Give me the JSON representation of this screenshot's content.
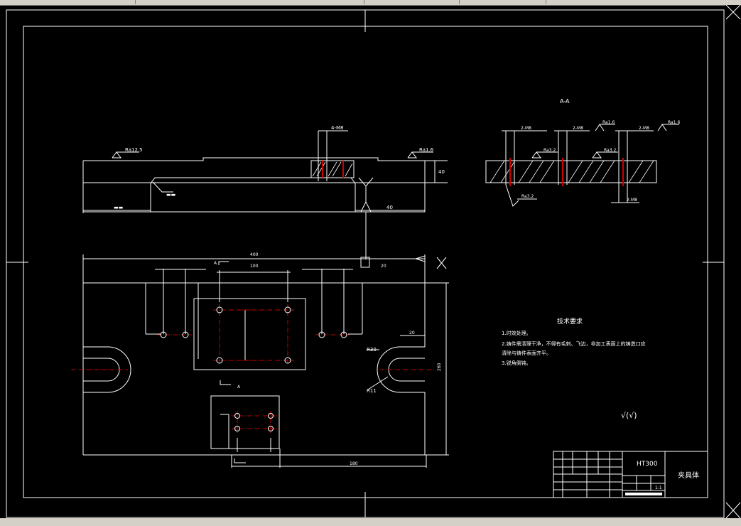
{
  "views": {
    "section_label": "A-A",
    "front": {
      "roughness_left": "Ra12.5",
      "roughness_right": "Ra1.6",
      "dim_top": "4-M8",
      "dim_right_h": "40",
      "dim_right_w": "40",
      "dim_left_w": "▬▬",
      "callout": "▬▬"
    },
    "plan": {
      "dim_overall": "400",
      "dim_right": "20",
      "dim_center": "100",
      "dim_height": "260",
      "dim_bottom": "180",
      "radius_label": "R30",
      "radius_label_2": "R11",
      "section_mark": "A",
      "view_mark": "A"
    },
    "section": {
      "dim_a": "2-M8",
      "dim_b": "2-M8",
      "dim_c": "2-M8",
      "roughness_1": "Ra3.2",
      "roughness_2": "Ra3.2",
      "roughness_3": "Ra1.6",
      "roughness_4": "Ra1.6",
      "roughness_5": "Ra3.2",
      "bottom_dim": "2-M8"
    }
  },
  "notes": {
    "title": "技术要求",
    "items": [
      "1.时效处理。",
      "2.铸件需清理干净，不得有毛刺、飞边，非加工表面上的铸造口应",
      "清除与铸件表面齐平。",
      "3.锐角倒钝。"
    ],
    "finish_symbol": "√(√)"
  },
  "title_block": {
    "material": "HT300",
    "part_name": "夹具体",
    "scale": "1:1"
  }
}
